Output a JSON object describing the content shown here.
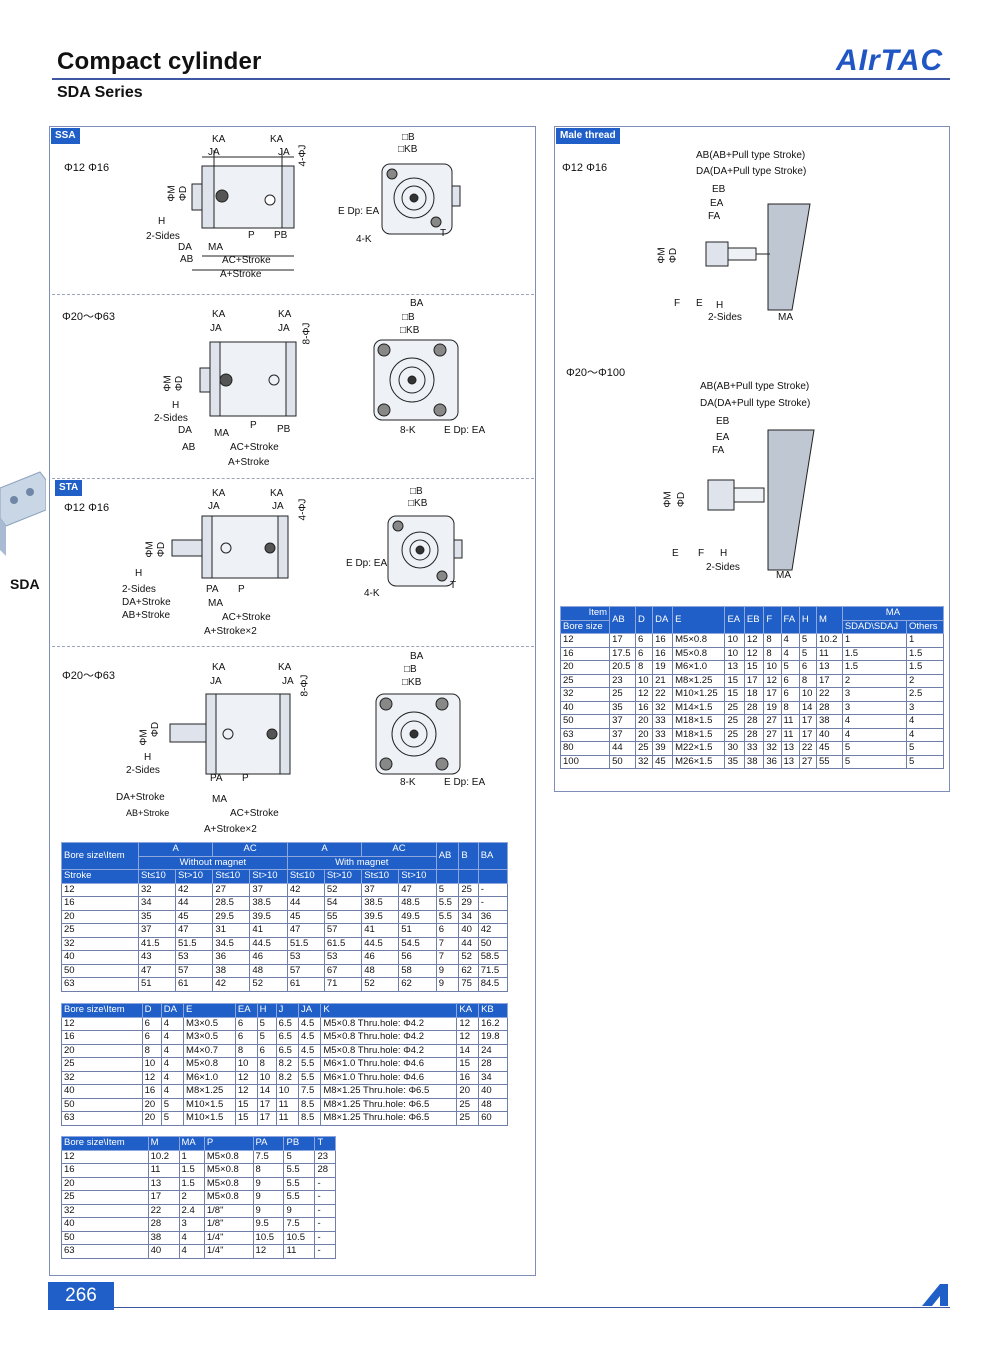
{
  "header": {
    "title": "Compact cylinder",
    "subtitle": "SDA Series",
    "brand": "AIrTAC"
  },
  "sidebar": {
    "label": "SDA"
  },
  "footer": {
    "page": "266"
  },
  "left_panel": {
    "ssa": {
      "tag": "SSA",
      "small": "Φ12  Φ16",
      "large": "Φ20～Φ63"
    },
    "sta": {
      "tag": "STA",
      "small": "Φ12  Φ16",
      "large": "Φ20～Φ63"
    },
    "labels": {
      "ka": "KA",
      "ja": "JA",
      "j": "4-ΦJ",
      "j8": "8-ΦJ",
      "m": "ΦM",
      "d": "ΦD",
      "h": "H",
      "sides": "2-Sides",
      "da": "DA",
      "ab": "AB",
      "ma": "MA",
      "p": "P",
      "pb": "PB",
      "pa": "PA",
      "ac_stroke": "AC+Stroke",
      "a_stroke": "A+Stroke",
      "a_stroke2": "A+Stroke×2",
      "da_stroke": "DA+Stroke",
      "ab_stroke": "AB+Stroke",
      "b": "□B",
      "kb": "□KB",
      "ba": "BA",
      "edp": "E Dp: EA",
      "k4": "4-K",
      "k8": "8-K",
      "t": "T"
    }
  },
  "right_panel": {
    "tag": "Male thread",
    "small": "Φ12  Φ16",
    "large": "Φ20～Φ100",
    "labels": {
      "ab": "AB(AB+Pull type Stroke)",
      "da": "DA(DA+Pull type Stroke)",
      "eb": "EB",
      "ea": "EA",
      "fa": "FA",
      "m": "ΦM",
      "d": "ΦD",
      "f": "F",
      "e": "E",
      "h": "H",
      "sides": "2-Sides",
      "ma": "MA"
    }
  },
  "table_male": {
    "header1": [
      "Item",
      "AB",
      "D",
      "DA",
      "E",
      "EA",
      "EB",
      "F",
      "FA",
      "H",
      "M",
      "MA"
    ],
    "header2": [
      "Bore size",
      "SDAD\\SDAJ",
      "Others"
    ],
    "rows": [
      [
        "12",
        "17",
        "6",
        "16",
        "M5×0.8",
        "10",
        "12",
        "8",
        "4",
        "5",
        "10.2",
        "1",
        "1"
      ],
      [
        "16",
        "17.5",
        "6",
        "16",
        "M5×0.8",
        "10",
        "12",
        "8",
        "4",
        "5",
        "11",
        "1.5",
        "1.5"
      ],
      [
        "20",
        "20.5",
        "8",
        "19",
        "M6×1.0",
        "13",
        "15",
        "10",
        "5",
        "6",
        "13",
        "1.5",
        "1.5"
      ],
      [
        "25",
        "23",
        "10",
        "21",
        "M8×1.25",
        "15",
        "17",
        "12",
        "6",
        "8",
        "17",
        "2",
        "2"
      ],
      [
        "32",
        "25",
        "12",
        "22",
        "M10×1.25",
        "15",
        "18",
        "17",
        "6",
        "10",
        "22",
        "3",
        "2.5"
      ],
      [
        "40",
        "35",
        "16",
        "32",
        "M14×1.5",
        "25",
        "28",
        "19",
        "8",
        "14",
        "28",
        "3",
        "3"
      ],
      [
        "50",
        "37",
        "20",
        "33",
        "M18×1.5",
        "25",
        "28",
        "27",
        "11",
        "17",
        "38",
        "4",
        "4"
      ],
      [
        "63",
        "37",
        "20",
        "33",
        "M18×1.5",
        "25",
        "28",
        "27",
        "11",
        "17",
        "40",
        "4",
        "4"
      ],
      [
        "80",
        "44",
        "25",
        "39",
        "M22×1.5",
        "30",
        "33",
        "32",
        "13",
        "22",
        "45",
        "5",
        "5"
      ],
      [
        "100",
        "50",
        "32",
        "45",
        "M26×1.5",
        "35",
        "38",
        "36",
        "13",
        "27",
        "55",
        "5",
        "5"
      ]
    ]
  },
  "table_a": {
    "h1": [
      "Bore size\\Item",
      "A",
      "AC",
      "A",
      "AC",
      "AB",
      "B",
      "BA"
    ],
    "h2": [
      "Without  magnet",
      "With  magnet"
    ],
    "h3": [
      "Stroke",
      "St≤10",
      "St>10",
      "St≤10",
      "St>10",
      "St≤10",
      "St>10",
      "St≤10",
      "St>10"
    ],
    "rows": [
      [
        "12",
        "32",
        "42",
        "27",
        "37",
        "42",
        "52",
        "37",
        "47",
        "5",
        "25",
        "-"
      ],
      [
        "16",
        "34",
        "44",
        "28.5",
        "38.5",
        "44",
        "54",
        "38.5",
        "48.5",
        "5.5",
        "29",
        "-"
      ],
      [
        "20",
        "35",
        "45",
        "29.5",
        "39.5",
        "45",
        "55",
        "39.5",
        "49.5",
        "5.5",
        "34",
        "36"
      ],
      [
        "25",
        "37",
        "47",
        "31",
        "41",
        "47",
        "57",
        "41",
        "51",
        "6",
        "40",
        "42"
      ],
      [
        "32",
        "41.5",
        "51.5",
        "34.5",
        "44.5",
        "51.5",
        "61.5",
        "44.5",
        "54.5",
        "7",
        "44",
        "50"
      ],
      [
        "40",
        "43",
        "53",
        "36",
        "46",
        "53",
        "53",
        "46",
        "56",
        "7",
        "52",
        "58.5"
      ],
      [
        "50",
        "47",
        "57",
        "38",
        "48",
        "57",
        "67",
        "48",
        "58",
        "9",
        "62",
        "71.5"
      ],
      [
        "63",
        "51",
        "61",
        "42",
        "52",
        "61",
        "71",
        "52",
        "62",
        "9",
        "75",
        "84.5"
      ]
    ]
  },
  "table_d": {
    "header": [
      "Bore size\\Item",
      "D",
      "DA",
      "E",
      "EA",
      "H",
      "J",
      "JA",
      "K",
      "KA",
      "KB"
    ],
    "rows": [
      [
        "12",
        "6",
        "4",
        "M3×0.5",
        "6",
        "5",
        "6.5",
        "4.5",
        "M5×0.8 Thru.hole: Φ4.2",
        "12",
        "16.2"
      ],
      [
        "16",
        "6",
        "4",
        "M3×0.5",
        "6",
        "5",
        "6.5",
        "4.5",
        "M5×0.8 Thru.hole: Φ4.2",
        "12",
        "19.8"
      ],
      [
        "20",
        "8",
        "4",
        "M4×0.7",
        "8",
        "6",
        "6.5",
        "4.5",
        "M5×0.8 Thru.hole: Φ4.2",
        "14",
        "24"
      ],
      [
        "25",
        "10",
        "4",
        "M5×0.8",
        "10",
        "8",
        "8.2",
        "5.5",
        "M6×1.0 Thru.hole: Φ4.6",
        "15",
        "28"
      ],
      [
        "32",
        "12",
        "4",
        "M6×1.0",
        "12",
        "10",
        "8.2",
        "5.5",
        "M6×1.0 Thru.hole: Φ4.6",
        "16",
        "34"
      ],
      [
        "40",
        "16",
        "4",
        "M8×1.25",
        "12",
        "14",
        "10",
        "7.5",
        "M8×1.25 Thru.hole: Φ6.5",
        "20",
        "40"
      ],
      [
        "50",
        "20",
        "5",
        "M10×1.5",
        "15",
        "17",
        "11",
        "8.5",
        "M8×1.25 Thru.hole: Φ6.5",
        "25",
        "48"
      ],
      [
        "63",
        "20",
        "5",
        "M10×1.5",
        "15",
        "17",
        "11",
        "8.5",
        "M8×1.25 Thru.hole: Φ6.5",
        "25",
        "60"
      ]
    ]
  },
  "table_m": {
    "header": [
      "Bore size\\Item",
      "M",
      "MA",
      "P",
      "PA",
      "PB",
      "T"
    ],
    "rows": [
      [
        "12",
        "10.2",
        "1",
        "M5×0.8",
        "7.5",
        "5",
        "23"
      ],
      [
        "16",
        "11",
        "1.5",
        "M5×0.8",
        "8",
        "5.5",
        "28"
      ],
      [
        "20",
        "13",
        "1.5",
        "M5×0.8",
        "9",
        "5.5",
        "-"
      ],
      [
        "25",
        "17",
        "2",
        "M5×0.8",
        "9",
        "5.5",
        "-"
      ],
      [
        "32",
        "22",
        "2.4",
        "1/8\"",
        "9",
        "9",
        "-"
      ],
      [
        "40",
        "28",
        "3",
        "1/8\"",
        "9.5",
        "7.5",
        "-"
      ],
      [
        "50",
        "38",
        "4",
        "1/4\"",
        "10.5",
        "10.5",
        "-"
      ],
      [
        "63",
        "40",
        "4",
        "1/4\"",
        "12",
        "11",
        "-"
      ]
    ]
  }
}
